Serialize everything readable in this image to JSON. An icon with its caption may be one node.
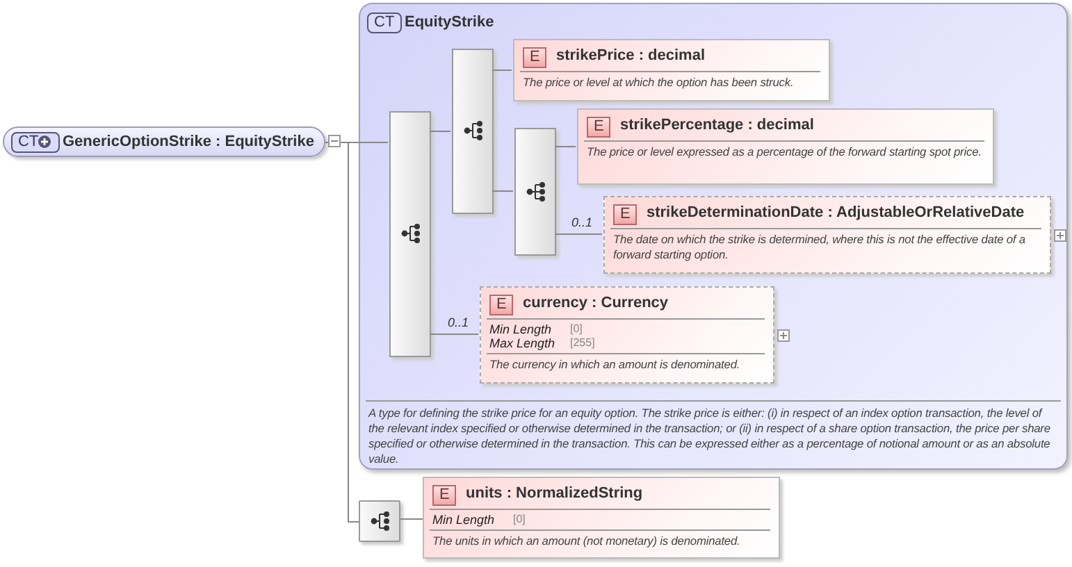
{
  "diagram": {
    "nodes": [
      {
        "text": [
          "CT",
          "GenericOptionStrike : EquityStrike"
        ]
      },
      {
        "text": [
          "CT",
          "EquityStrike",
          "A type for defining the strike price for an equity option. The strike price is either: (i) in respect of an index option transaction, the level of the relevant index specified or otherwise determined in the transaction; or (ii) in respect of a share option transaction, the price per share specified or otherwise determined in the transaction. This can be expressed either as a percentage of notional amount or as an absolute value."
        ]
      },
      {
        "text": [],
        "shape": "bar",
        "in": 1
      },
      {
        "text": [],
        "shape": "bar",
        "in": 1
      },
      {
        "text": [
          "E",
          "strikePrice : decimal",
          "The price or level at which the option has been struck."
        ],
        "in": 1
      },
      {
        "text": [],
        "shape": "bar",
        "in": 1
      },
      {
        "text": [
          "E",
          "strikePercentage : decimal",
          "The price or level expressed as a percentage of the forward starting spot price."
        ],
        "in": 1
      },
      {
        "text": [
          "E",
          "strikeDeterminationDate : AdjustableOrRelativeDate",
          "The date on which the strike is determined, where this is not the effective date of a forward starting option."
        ],
        "in": 1
      },
      {
        "text": [
          "E",
          "currency : Currency",
          "Min Length",
          "[0]",
          "Max Length",
          "[255]",
          "The currency in which an amount is denominated."
        ],
        "in": 1
      },
      {
        "text": [],
        "shape": "box"
      },
      {
        "text": [
          "E",
          "units : NormalizedString",
          "Min Length",
          "[0]",
          "The units in which an amount (not monetary) is denominated."
        ]
      }
    ],
    "edges": [
      {
        "from": 0,
        "to": 2,
        "arrow": "none"
      },
      {
        "from": 0,
        "to": 9,
        "arrow": "none"
      },
      {
        "from": 2,
        "to": 3,
        "arrow": "none"
      },
      {
        "from": 2,
        "to": 8,
        "arrow": "none",
        "label": "0..1"
      },
      {
        "from": 3,
        "to": 4,
        "arrow": "none"
      },
      {
        "from": 3,
        "to": 5,
        "arrow": "none"
      },
      {
        "from": 5,
        "to": 6,
        "arrow": "none"
      },
      {
        "from": 5,
        "to": 7,
        "arrow": "none",
        "label": "0..1"
      },
      {
        "from": 9,
        "to": 10,
        "arrow": "none"
      }
    ]
  }
}
